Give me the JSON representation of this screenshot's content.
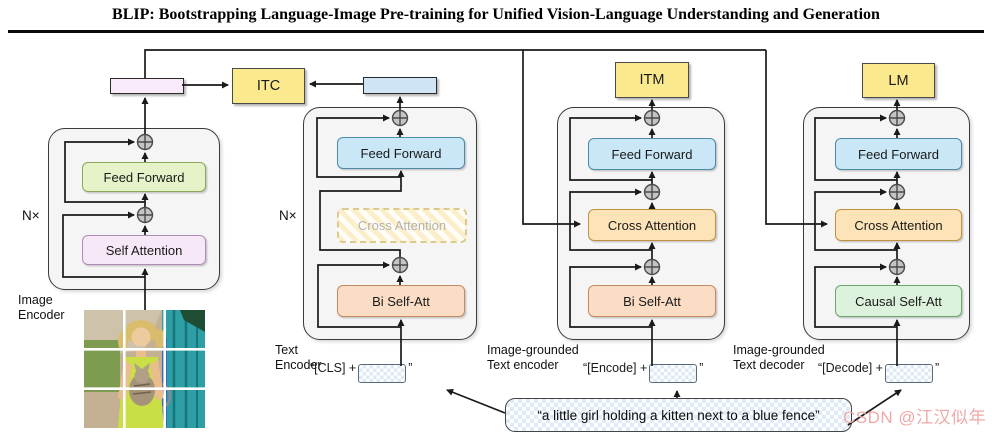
{
  "title": "BLIP: Bootstrapping Language-Image Pre-training for Unified Vision-Language Understanding and Generation",
  "heads": {
    "itc": "ITC",
    "itm": "ITM",
    "lm": "LM"
  },
  "image_encoder": {
    "name_l1": "Image",
    "name_l2": "Encoder",
    "repeat": "N×",
    "feed_forward": "Feed Forward",
    "self_attention": "Self Attention"
  },
  "text_encoder": {
    "name_l1": "Text",
    "name_l2": "Encoder",
    "repeat": "N×",
    "feed_forward": "Feed Forward",
    "cross_attention": "Cross Attention",
    "self_attention": "Bi Self-Att",
    "input_prefix": "“[CLS] +",
    "input_suffix": "”"
  },
  "image_grounded_encoder": {
    "name_l1": "Image-grounded",
    "name_l2": "Text encoder",
    "feed_forward": "Feed Forward",
    "cross_attention": "Cross Attention",
    "self_attention": "Bi Self-Att",
    "input_prefix": "“[Encode] +",
    "input_suffix": "”"
  },
  "image_grounded_decoder": {
    "name_l1": "Image-grounded",
    "name_l2": "Text decoder",
    "feed_forward": "Feed Forward",
    "cross_attention": "Cross Attention",
    "self_attention": "Causal Self-Att",
    "input_prefix": "“[Decode] +",
    "input_suffix": "”"
  },
  "caption_text": "“a little girl holding a kitten next to a blue fence”",
  "watermark": "CSDN @江汉似年",
  "colors": {
    "head_box_yellow": "#fbe98e",
    "feed_forward_blue": "#c9e7f6",
    "feed_forward_green": "#e6f3c9",
    "self_attention_pink": "#f6e8f7",
    "cross_attention_orange": "#fce4b8",
    "bi_self_att_peach": "#fbddc5",
    "causal_self_att_green": "#ddf2dd",
    "image_output_pink": "#f8eaf8",
    "text_output_blue": "#cfe4f4",
    "container_gray": "#f5f5f5",
    "disabled_stripe_cream": "#faeecb",
    "watermark_pink": "#efa9a8"
  }
}
